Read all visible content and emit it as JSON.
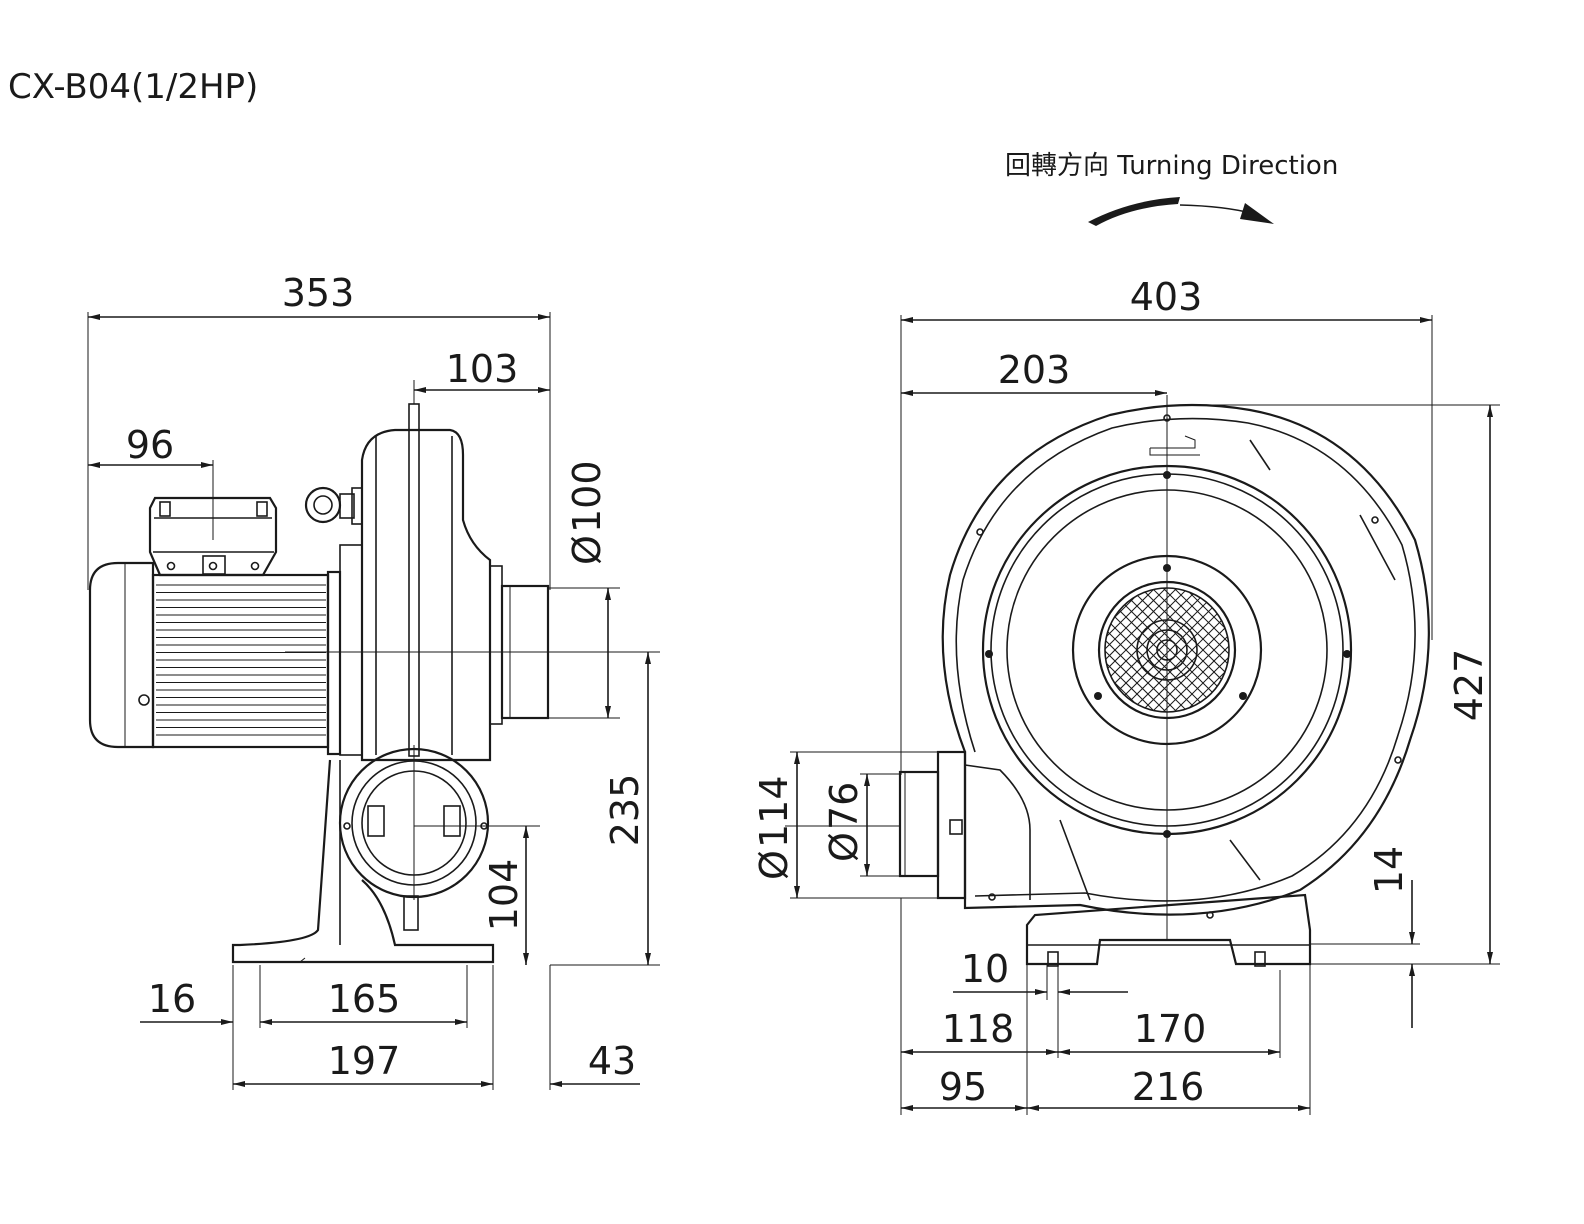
{
  "title": "CX-B04(1/2HP)",
  "rotation_label": "回轉方向  Turning Direction",
  "dimensions": {
    "overall_length": "353",
    "outlet_offset": "103",
    "motor_box_offset": "96",
    "outlet_diameter": "100",
    "center_height": "235",
    "inlet_height": "104",
    "base_edge": "16",
    "mount_spacing": "165",
    "base_width": "197",
    "outlet_overhang": "43",
    "overall_width": "403",
    "half_width": "203",
    "overall_height": "427",
    "flange_diameter": "114",
    "inlet_diameter": "76",
    "foot_height": "14",
    "hole_diameter": "10",
    "side_offset": "118",
    "mount_length": "170",
    "foot_offset": "95",
    "base_length": "216"
  },
  "diameter_symbol": "Ø",
  "colors": {
    "line": "#1a1a1a",
    "background": "#ffffff"
  }
}
